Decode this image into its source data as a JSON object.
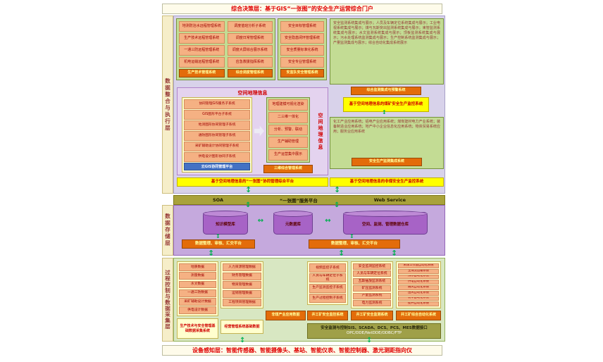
{
  "top_banner": "综合决策层：基于GIS“一张图”的安全生产运营综合门户",
  "bottom_banner": "设备感知层：智能传感器、智能摄像头、基站、智能仪表、智能控制器、激光测距指向仪",
  "layer_labels": {
    "integration": "数据整合与执行层",
    "storage": "数据存储层",
    "process": "过程控制与数据采集层"
  },
  "icons": {
    "v_arrow": "↕",
    "h_arrow": "↔"
  },
  "tech_panel": {
    "items": [
      "地测防治水远程管理系统",
      "生产技术远程管理系统",
      "一通三防远程管理系统",
      "机电运输远程管理系统"
    ],
    "footer": "生产技术管理系统"
  },
  "dispatch_panel": {
    "items": [
      "调度值班分析子系统",
      "调度日常管理系统",
      "调度大屏综合展示系统",
      "应急救援指挥系统"
    ],
    "footer": "综合调度管理系统"
  },
  "safety_panel": {
    "items": [
      "安全目标管理系统",
      "安全隐患闭环管理系统",
      "安全质量标准化系统",
      "安全专业管理系统"
    ],
    "footer": "安监队安全管理系统"
  },
  "monitor_panel": {
    "body": "安全监测系统集成与展示；人员及车辆定位系统集成与展示；工业电视系统集成与展示；煤与瓦斯突出监测系统集成与展示；束管监测系统集成与展示；水文监测系统集成与展示；顶板监测系统集成与展示；污水处理系统监测集成与展示；生产控制系统监测集成与展示；产量监测集成与展示；综合自动化集成系统展示",
    "footer": "综合监测集成与预警系统",
    "highlight": "基于空间地理信息的煤矿安全生产监控系统"
  },
  "gis_panel": {
    "title": "空间地理信息",
    "side_title": "空间地理信息",
    "left_items": [
      "协同管理GIS服务子系统",
      "GIS图形平台子系统",
      "地测图形协同管理子系统",
      "通防图形协同管理子系统",
      "采矿辅助设计协同管理子系统",
      "供电设计图形协同子系统"
    ],
    "left_footer": "云GIS协同管理平台",
    "right_items": [
      "地理建模可视化渲染",
      "二三维一体化",
      "分析、预警、联动",
      "生产辅助管理",
      "生产运营集中展示"
    ],
    "right_footer": "三维综合管理系统",
    "banner": "基于空间地理信息的“一张图”协同管理综合平台"
  },
  "industry_panel": {
    "body": "化工产业应用系统；铝电产业应用系统；煤炭建材电力产业系统；装备制造业应用系统；地产中小企业信息化应用系统；物资贸易系统应用；服务业应用系统",
    "footer": "安全生产监测集成系统",
    "banner": "基于空间地理信息的非煤安全生产监控系统"
  },
  "service_bar": {
    "soa": "SOA",
    "platform": "“一张图”服务平台",
    "web": "Web Service"
  },
  "storage": {
    "cyl1": "知识模型库",
    "cyl2": "元数据库",
    "cyl3": "空间、监测、管理数据仓库",
    "platform1": "数据整理、审核、汇交平台",
    "platform2": "数据整理、审核、汇交平台"
  },
  "collect": {
    "geo_items": [
      "地质数据",
      "测量数据",
      "水文数据",
      "一通三防数据",
      "采矿辅助设计数据",
      "供电设计数据"
    ],
    "geo_footer": "生产技术与安全管理基础数据采集系统",
    "biz_items": [
      "人力资源管理数据",
      "财务管理数据",
      "物资管理数据",
      "运销管理数据",
      "工程项目管理数据"
    ],
    "biz_footer": "经营管理系统基础数据",
    "industry_data": "非煤产业应用数据",
    "video_items": [
      "视频监控子系统",
      "人员与车辆定位子系统",
      "生产监测监控子系统",
      "生产过程控制子系统"
    ],
    "video_footer": "井工矿安全监控系统",
    "monitor_items": [
      "安全监测监控系统",
      "人员与车辆定位系统",
      "瓦斯抽放监测系统",
      "矿压监测系统",
      "产量监测系统",
      "电力监测系统"
    ],
    "monitor_footer": "井工矿安全监测系统",
    "auto_items": [
      "采煤工作面自动化系统",
      "主煤流运输系统",
      "排水自动化系统",
      "供电自动化系统",
      "通风自动化系统",
      "压风自动化系统",
      "装车自动化系统",
      "提升自动化系统"
    ],
    "auto_footer": "井工矿综合自动化系统",
    "interface_line1": "安全监测与控制SIS、SCADA、DCS、PCS、MES数据接口",
    "interface_line2": "OPC/DDE/NetDDE/ODBC/FTP"
  }
}
